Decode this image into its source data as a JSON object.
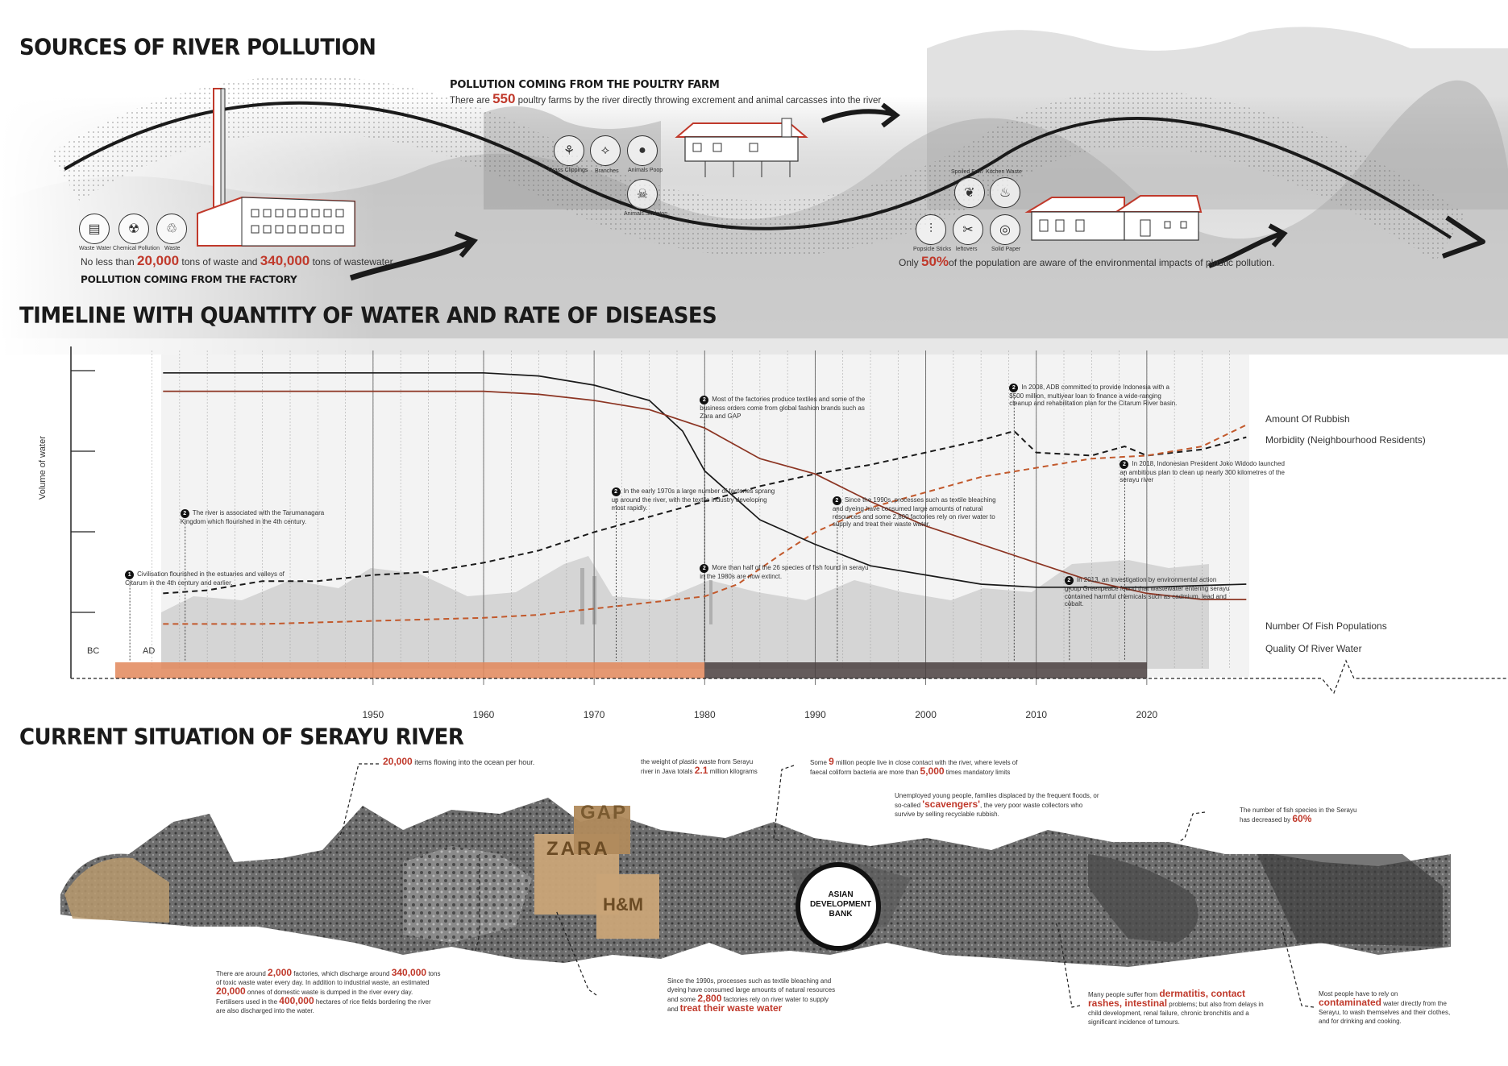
{
  "headings": {
    "sources": "SOURCES OF RIVER POLLUTION",
    "timeline": "TIMELINE WITH QUANTITY OF WATER AND RATE OF DISEASES",
    "current": "CURRENT SITUATION OF SERAYU RIVER"
  },
  "factory": {
    "icons": [
      {
        "label": "Waste Water",
        "icon": "waste-water-icon",
        "glyph": "▤"
      },
      {
        "label": "Chemical Pollution",
        "icon": "radiation-icon",
        "glyph": "☢"
      },
      {
        "label": "Waste",
        "icon": "waste-icon",
        "glyph": "♲"
      }
    ],
    "text_a": "No less than ",
    "num_a": "20,000",
    "text_b": " tons of waste and ",
    "num_b": "340,000",
    "text_c": " tons of wastewater",
    "title": "POLLUTION COMING FROM THE FACTORY"
  },
  "farm": {
    "title": "POLLUTION COMING FROM THE POULTRY FARM",
    "text_a": "There are ",
    "num": "550",
    "text_b": " poultry farms by the river directly throwing excrement and animal carcasses into the river",
    "icons": [
      {
        "label": "Grass Clippings",
        "icon": "grass-icon",
        "glyph": "⚘"
      },
      {
        "label": "Branches",
        "icon": "branches-icon",
        "glyph": "⟡"
      },
      {
        "label": "Animals Poop",
        "icon": "poop-icon",
        "glyph": "●"
      },
      {
        "label": "Animals Skeleton",
        "icon": "skeleton-icon",
        "glyph": "☠"
      }
    ]
  },
  "household": {
    "icons": [
      {
        "label": "Spoiled Fruit",
        "icon": "fruit-icon",
        "glyph": "❦"
      },
      {
        "label": "Kitchen Waste",
        "icon": "kitchen-waste-icon",
        "glyph": "♨"
      },
      {
        "label": "Popsicle Sticks",
        "icon": "popsicle-icon",
        "glyph": "⫶"
      },
      {
        "label": "leftovers",
        "icon": "fishbone-icon",
        "glyph": "✂"
      },
      {
        "label": "Solid Paper",
        "icon": "paper-icon",
        "glyph": "◎"
      }
    ],
    "text_a": "Only ",
    "num": "50%",
    "text_b": "of the population are aware of the environmental impacts of plastic pollution."
  },
  "chart_data": {
    "type": "line",
    "title": "TIMELINE WITH QUANTITY OF WATER AND RATE OF DISEASES",
    "ylabel": "Volume of  water",
    "xlabel": "",
    "x_ticks": [
      1950,
      1960,
      1970,
      1980,
      1990,
      2000,
      2010,
      2020
    ],
    "era_labels": [
      "BC",
      "AD"
    ],
    "xlim": [
      1925,
      2030
    ],
    "ylim": [
      0,
      100
    ],
    "series": [
      {
        "name": "Amount Of Rubbish",
        "style": "dashed",
        "color": "#1a1a1a",
        "points": [
          [
            1931,
            22
          ],
          [
            1935,
            23
          ],
          [
            1940,
            26
          ],
          [
            1945,
            26
          ],
          [
            1950,
            28
          ],
          [
            1955,
            29
          ],
          [
            1960,
            32
          ],
          [
            1965,
            36
          ],
          [
            1970,
            42
          ],
          [
            1975,
            47
          ],
          [
            1980,
            52
          ],
          [
            1985,
            57
          ],
          [
            1990,
            61
          ],
          [
            1995,
            64
          ],
          [
            2000,
            68
          ],
          [
            2005,
            72
          ],
          [
            2008,
            75
          ],
          [
            2010,
            68
          ],
          [
            2015,
            67
          ],
          [
            2018,
            70
          ],
          [
            2020,
            67
          ],
          [
            2025,
            69
          ],
          [
            2029,
            73
          ]
        ]
      },
      {
        "name": "Morbidity (Neighbourhood Residents)",
        "style": "dashed",
        "color": "#c2592c",
        "points": [
          [
            1931,
            12
          ],
          [
            1940,
            12
          ],
          [
            1950,
            13
          ],
          [
            1960,
            14
          ],
          [
            1965,
            15
          ],
          [
            1970,
            17
          ],
          [
            1975,
            19
          ],
          [
            1980,
            21
          ],
          [
            1983,
            25
          ],
          [
            1987,
            35
          ],
          [
            1990,
            42
          ],
          [
            1995,
            50
          ],
          [
            2000,
            55
          ],
          [
            2005,
            60
          ],
          [
            2010,
            63
          ],
          [
            2015,
            66
          ],
          [
            2020,
            67
          ],
          [
            2025,
            70
          ],
          [
            2029,
            77
          ]
        ]
      },
      {
        "name": "Number Of Fish Populations",
        "style": "solid",
        "color": "#1a1a1a",
        "points": [
          [
            1931,
            94
          ],
          [
            1940,
            94
          ],
          [
            1950,
            94
          ],
          [
            1960,
            94
          ],
          [
            1965,
            93
          ],
          [
            1970,
            90
          ],
          [
            1975,
            85
          ],
          [
            1978,
            75
          ],
          [
            1980,
            62
          ],
          [
            1985,
            46
          ],
          [
            1990,
            38
          ],
          [
            1995,
            31
          ],
          [
            2000,
            28
          ],
          [
            2005,
            25
          ],
          [
            2010,
            24
          ],
          [
            2015,
            24
          ],
          [
            2020,
            24
          ],
          [
            2029,
            25
          ]
        ]
      },
      {
        "name": "Quality Of River Water",
        "style": "solid",
        "color": "#8c3523",
        "points": [
          [
            1931,
            88
          ],
          [
            1940,
            88
          ],
          [
            1950,
            88
          ],
          [
            1960,
            88
          ],
          [
            1965,
            87
          ],
          [
            1970,
            85
          ],
          [
            1975,
            82
          ],
          [
            1980,
            76
          ],
          [
            1985,
            66
          ],
          [
            1990,
            61
          ],
          [
            1995,
            52
          ],
          [
            2000,
            44
          ],
          [
            2005,
            38
          ],
          [
            2010,
            32
          ],
          [
            2015,
            26
          ],
          [
            2020,
            22
          ],
          [
            2025,
            20
          ],
          [
            2029,
            20
          ]
        ]
      }
    ],
    "annotations": [
      {
        "n": "1",
        "year": 1928,
        "y": 28,
        "text": "Civilisation flourished in the estuaries and valleys of Citarum in the 4th century and earlier."
      },
      {
        "n": "2",
        "year": 1933,
        "y": 48,
        "text": "The river is associated with the Tarumanagara Kingdom which flourished in the 4th century."
      },
      {
        "n": "2",
        "year": 1972,
        "y": 55,
        "text": "In the early 1970s a large number of factories sprang up around the river, with the textile industry developing most rapidly."
      },
      {
        "n": "2",
        "year": 1980,
        "y": 85,
        "text": "Most of the factories produce textiles and some of the business orders come from global fashion brands such as Zara and GAP"
      },
      {
        "n": "2",
        "year": 1980,
        "y": 30,
        "text": "More than half of the 26 species of fish found in serayu in the 1980s are now extinct."
      },
      {
        "n": "2",
        "year": 1992,
        "y": 52,
        "text": "Since the 1990s, processes such as textile bleaching and dyeing have consumed large amounts of natural resources and some 2,800 factories rely on river water to supply and treat their waste water."
      },
      {
        "n": "2",
        "year": 2008,
        "y": 89,
        "text": "In 2008, ADB committed to provide Indonesia with a $500 million, multiyear loan to finance a wide-ranging cleanup and rehabilitation plan for the Citarum River basin."
      },
      {
        "n": "2",
        "year": 2018,
        "y": 64,
        "text": "In 2018, Indonesian President Joko Widodo launched an ambitious plan to clean up nearly 300 kilometres of the serayu river"
      },
      {
        "n": "2",
        "year": 2013,
        "y": 26,
        "text": "In 2013, an investigation by environmental action group Greenpeace found that wastewater entering serayu contained harmful chemicals such as cadmium, lead and cobalt."
      }
    ]
  },
  "current": {
    "items_pre": "",
    "items_num": "20,000",
    "items_post": " items flowing into the ocean per hour.",
    "plastic_pre": "the weight of plastic waste from Serayu river in Java totals ",
    "plastic_num": "2.1",
    "plastic_post": " million kilograms",
    "people_pre": "Some ",
    "people_num": "9",
    "people_mid": " million people live in close contact with the river, where levels of faecal coliform bacteria are more than ",
    "people_num2": "5,000",
    "people_post": " times mandatory limits",
    "scav_pre": "Unemployed young people, families displaced by the frequent floods, or so-called ",
    "scav_word": "'scavengers'",
    "scav_post": ", the very poor waste collectors who survive by selling recyclable rubbish.",
    "fish_pre": "The number of fish species in the Serayu has decreased by ",
    "fish_num": "60%",
    "fact_a": "There are around ",
    "fact_n1": "2,000",
    "fact_b": " factories, which discharge around ",
    "fact_n2": "340,000",
    "fact_c": " tons of toxic waste water every day. In addition to industrial waste, an estimated ",
    "fact_n3": "20,000",
    "fact_d": " onnes of domestic waste is dumped in the river every day. Fertilisers used in the ",
    "fact_n4": "400,000",
    "fact_e": " hectares of rice fields bordering the river are also discharged into the water.",
    "dye_a": "Since the 1990s, processes such as textile bleaching and dyeing have consumed large amounts of natural resources and some ",
    "dye_num": "2,800",
    "dye_b": " factories rely on river water to supply and ",
    "dye_red": "treat their waste water",
    "dis_a": "Many people suffer from ",
    "dis_red1": "dermatitis, contact rashes, intestinal",
    "dis_b": " problems; but also from delays in child development, renal failure, chronic bronchitis and a significant incidence of tumours.",
    "cont_a": "Most people have to rely on ",
    "cont_red": "contaminated",
    "cont_b": " water directly from the Serayu, to wash themselves and their clothes, and for drinking and cooking.",
    "signs": {
      "gap": "GAP",
      "zara": "ZARA",
      "hm": "H&M",
      "adb": "ASIAN DEVELOPMENT BANK"
    }
  },
  "colors": {
    "accent": "#c0392b",
    "orange": "#e2875a",
    "brown": "#8c3523",
    "dark": "#1a1a1a"
  }
}
